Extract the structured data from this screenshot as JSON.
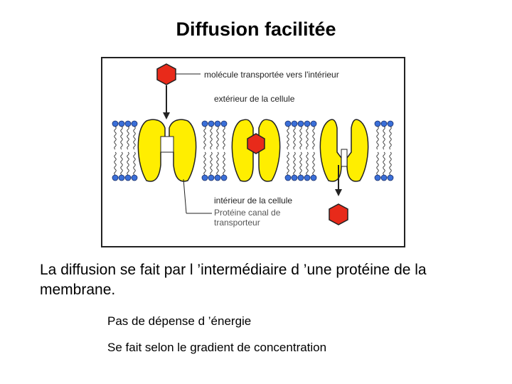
{
  "slide": {
    "title": "Diffusion facilitée",
    "body": "La diffusion se fait par l ’intermédiaire d ’une protéine de la membrane.",
    "bullets": [
      "Pas de dépense d ’énergie",
      "Se fait selon le gradient de concentration"
    ]
  },
  "diagram": {
    "label_molecule": "molécule transportée vers l'intérieur",
    "label_exterior": "extérieur de la cellule",
    "label_interior": "intérieur de la cellule",
    "label_protein": "Protéine canal de transporteur",
    "colors": {
      "protein": "#ffee00",
      "molecule": "#e82a1a",
      "lipid_head": "#3a6fd8"
    }
  }
}
